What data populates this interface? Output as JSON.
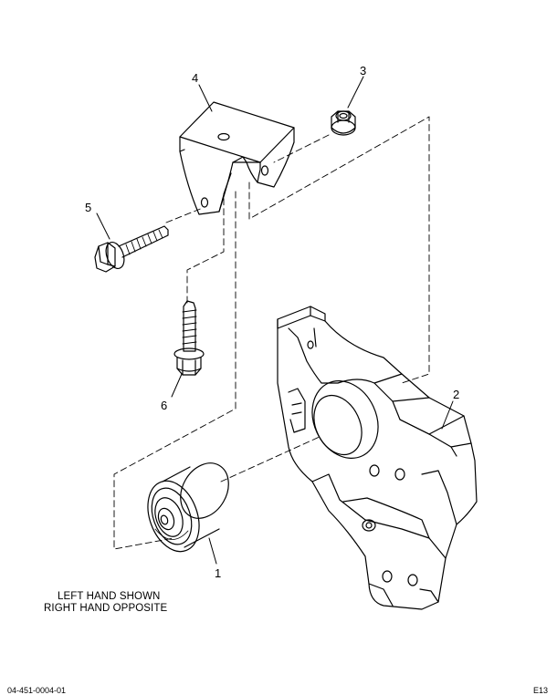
{
  "callouts": {
    "c1": "1",
    "c2": "2",
    "c3": "3",
    "c4": "4",
    "c5": "5",
    "c6": "6"
  },
  "notes": {
    "line1": "LEFT HAND SHOWN",
    "line2": "RIGHT HAND OPPOSITE"
  },
  "footer": {
    "left": "04-451-0004-01",
    "right": "E13"
  }
}
